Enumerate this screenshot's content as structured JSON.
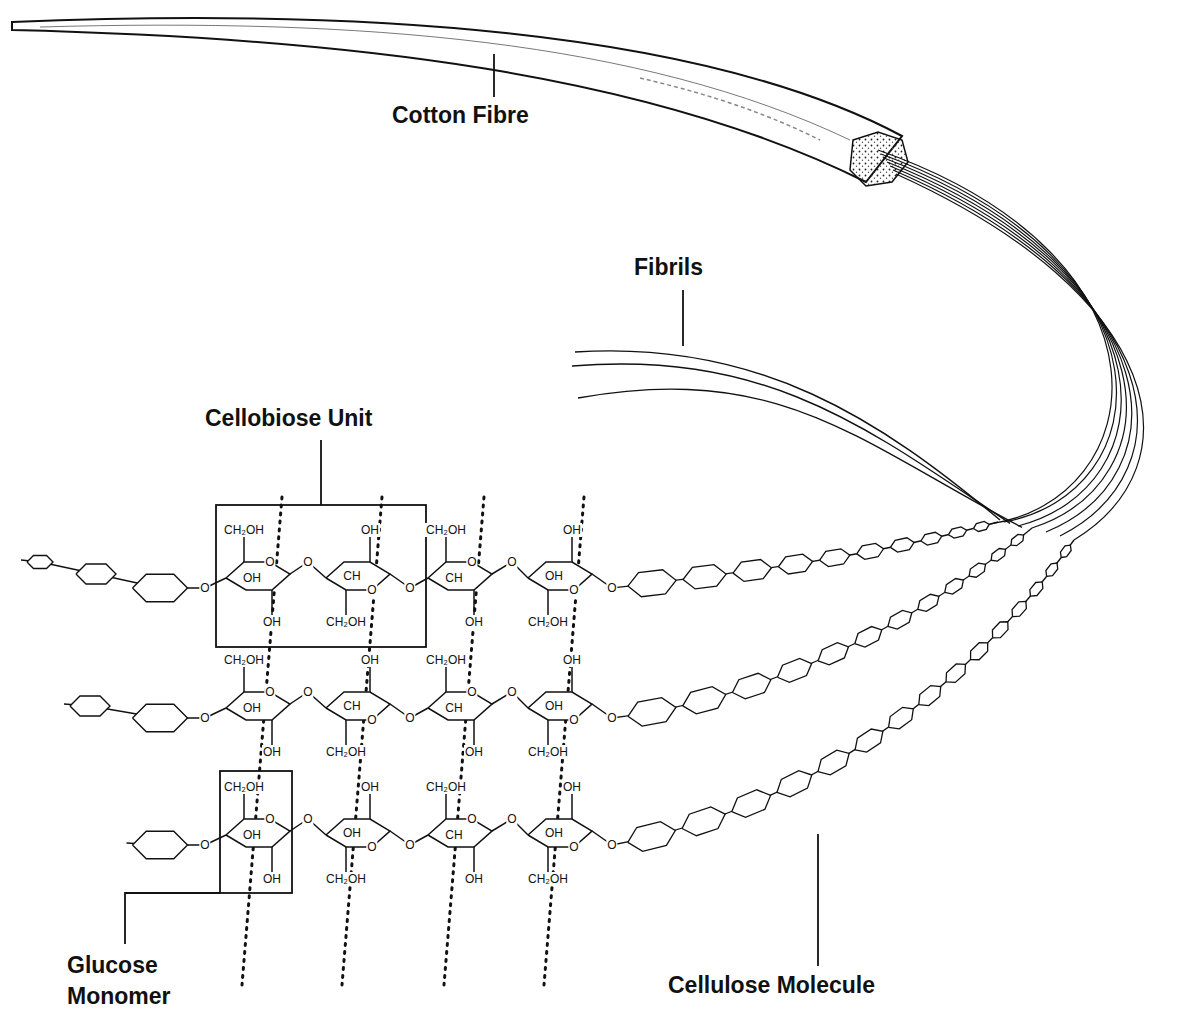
{
  "diagram": {
    "labels": [
      "Cotton Fibre",
      "Fibrils",
      "Cellobiose Unit",
      "O",
      "CH₂OH",
      "O",
      "OH",
      "OH",
      "O",
      "OH",
      "O",
      "CH",
      "CH₂OH",
      "O",
      "CH₂OH",
      "O",
      "CH",
      "OH",
      "O",
      "OH",
      "O",
      "OH",
      "CH₂OH",
      "O",
      "O",
      "CH₂OH",
      "O",
      "OH",
      "OH",
      "O",
      "OH",
      "O",
      "CH",
      "CH₂OH",
      "O",
      "CH₂OH",
      "O",
      "CH",
      "OH",
      "O",
      "OH",
      "O",
      "OH",
      "CH₂OH",
      "O",
      "O",
      "CH₂OH",
      "O",
      "OH",
      "OH",
      "O",
      "OH",
      "O",
      "OH",
      "CH₂OH",
      "O",
      "CH₂OH",
      "O",
      "CH",
      "OH",
      "O",
      "OH",
      "O",
      "OH",
      "CH₂OH",
      "O",
      "Glucose Monomer",
      "Cellulose Molecule"
    ]
  }
}
